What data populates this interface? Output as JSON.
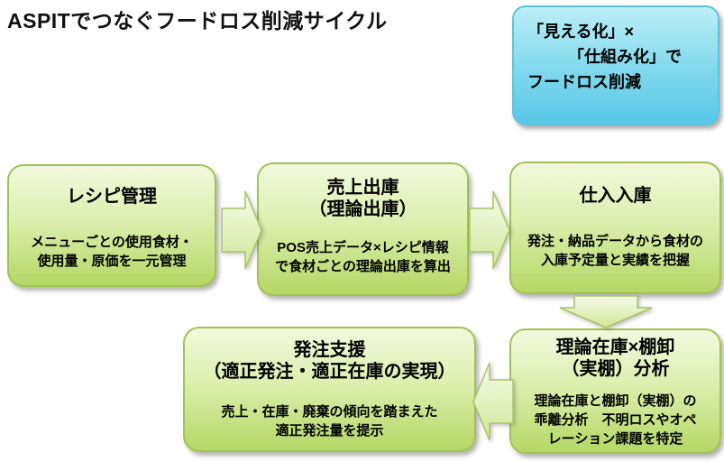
{
  "page": {
    "title": "ASPITでつなぐフードロス削減サイクル"
  },
  "callout": {
    "text": "「見える化」×\n　　　「仕組み化」で\nフードロス削減"
  },
  "boxes": [
    {
      "name": "recipe-management",
      "title": "レシピ管理",
      "body": "メニューごとの使用食材・\n使用量・原価を一元管理"
    },
    {
      "name": "sales-shipment",
      "title": "売上出庫\n（理論出庫）",
      "body": "POS売上データ×レシピ情報\nで食材ごとの理論出庫を算出"
    },
    {
      "name": "purchase-receiving",
      "title": "仕入入庫",
      "body": "発注・納品データから食材の\n入庫予定量と実績を把握"
    },
    {
      "name": "inventory-analysis",
      "title": "理論在庫×棚卸\n（実棚）分析",
      "body": "理論在庫と棚卸（実棚）の\n乖離分析　不明ロスやオペ\nレーション課題を特定"
    },
    {
      "name": "order-support",
      "title": "発注支援\n（適正発注・適正在庫の実現）",
      "body": "売上・在庫・廃棄の傾向を踏まえた\n適正発注量を提示"
    }
  ],
  "arrows": [
    {
      "name": "arrow-right-icon",
      "direction": "right",
      "from": "recipe-management",
      "to": "sales-shipment"
    },
    {
      "name": "arrow-right-icon",
      "direction": "right",
      "from": "sales-shipment",
      "to": "purchase-receiving"
    },
    {
      "name": "arrow-down-icon",
      "direction": "down",
      "from": "purchase-receiving",
      "to": "inventory-analysis"
    },
    {
      "name": "arrow-left-icon",
      "direction": "left",
      "from": "inventory-analysis",
      "to": "order-support"
    }
  ],
  "colors": {
    "box_fill_top": "#f2f9dd",
    "box_fill_bottom": "#b5d765",
    "box_border": "#9fc353",
    "callout_fill_top": "#bceef7",
    "callout_fill_bottom": "#57c7e8",
    "callout_border": "#5ec3dc",
    "arrow_fill_top": "#f6fbea",
    "arrow_fill_bottom": "#cfe796",
    "arrow_border": "#a8c565",
    "title_color": "#111111"
  }
}
